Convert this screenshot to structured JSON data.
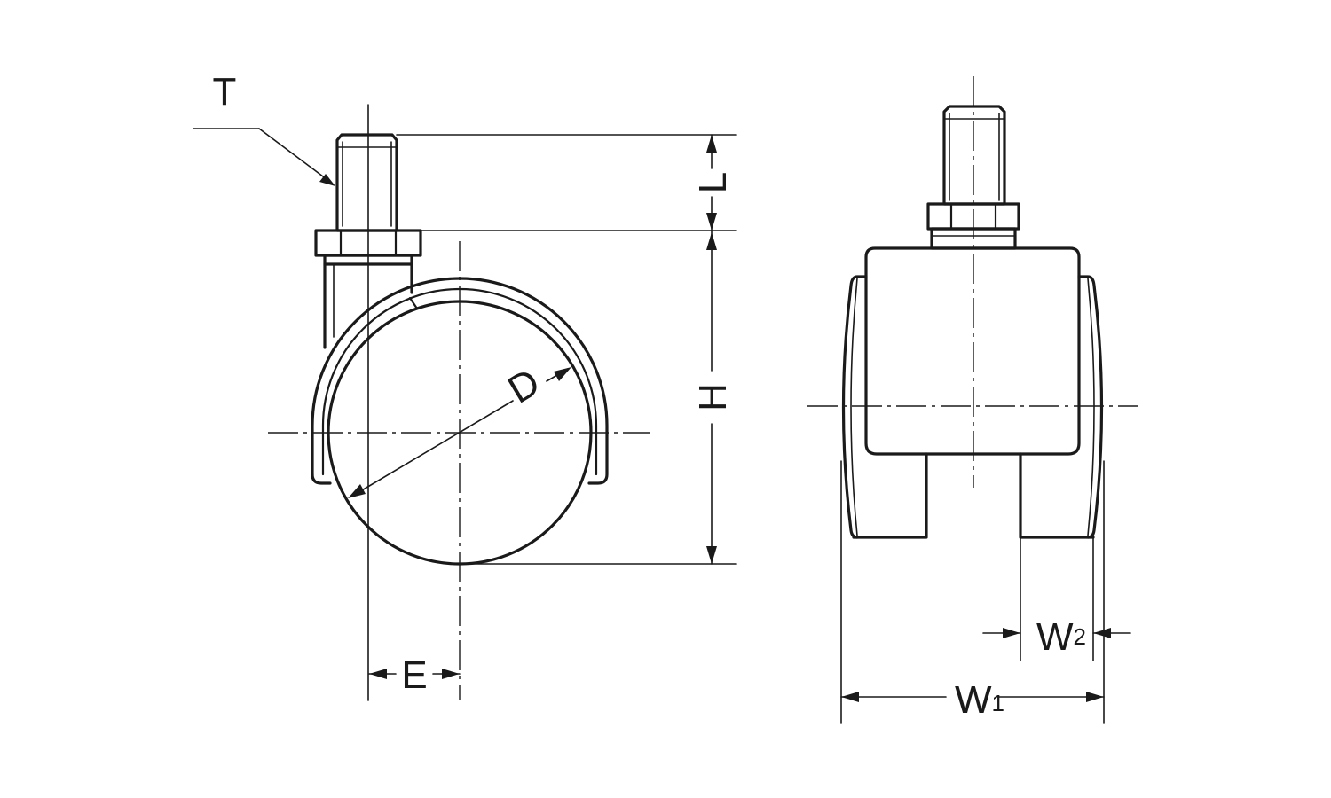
{
  "dimensions": {
    "thread": "T",
    "stem_length": "L",
    "height": "H",
    "wheel_diameter": "D",
    "offset": "E",
    "width_total": {
      "base": "W",
      "sub": "1"
    },
    "width_wheel": {
      "base": "W",
      "sub": "2"
    }
  },
  "colors": {
    "ink": "#1a1a1a",
    "background": "#ffffff"
  }
}
